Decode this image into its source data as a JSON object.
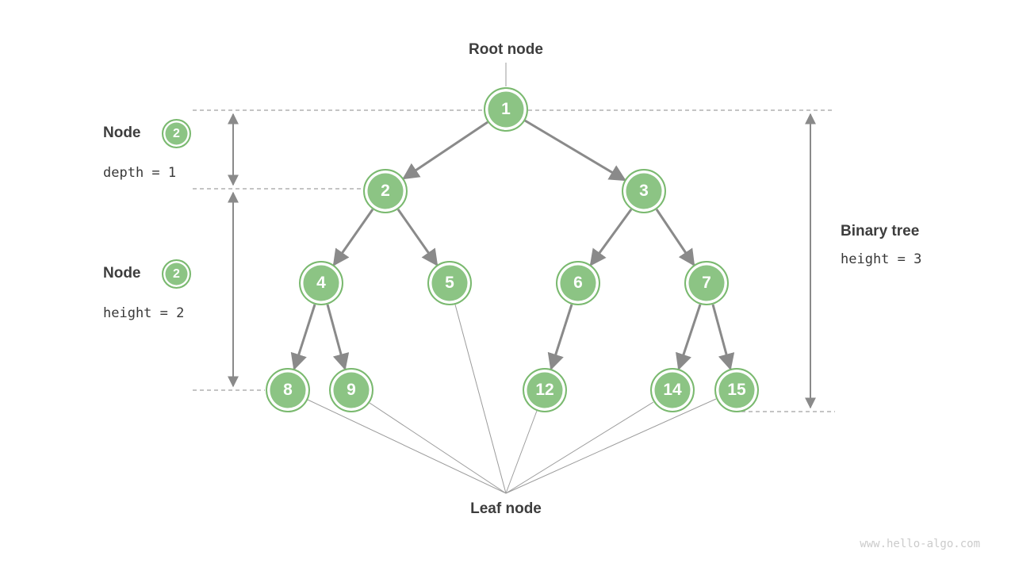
{
  "diagram": {
    "root_label": "Root node",
    "leaf_label": "Leaf node",
    "annotations": {
      "depth": {
        "title": "Node",
        "badge": "2",
        "value": "depth = 1"
      },
      "node_height": {
        "title": "Node",
        "badge": "2",
        "value": "height = 2"
      },
      "tree_height": {
        "title": "Binary tree",
        "value": "height = 3"
      }
    },
    "nodes": {
      "n1": "1",
      "n2": "2",
      "n3": "3",
      "n4": "4",
      "n5": "5",
      "n6": "6",
      "n7": "7",
      "n8": "8",
      "n9": "9",
      "n12": "12",
      "n14": "14",
      "n15": "15"
    },
    "edges": [
      [
        "1",
        "2"
      ],
      [
        "1",
        "3"
      ],
      [
        "2",
        "4"
      ],
      [
        "2",
        "5"
      ],
      [
        "3",
        "6"
      ],
      [
        "3",
        "7"
      ],
      [
        "4",
        "8"
      ],
      [
        "4",
        "9"
      ],
      [
        "6",
        "12"
      ],
      [
        "7",
        "14"
      ],
      [
        "7",
        "15"
      ]
    ],
    "leaves": [
      "8",
      "9",
      "5",
      "12",
      "14",
      "15"
    ],
    "colors": {
      "node_fill": "#8cc484",
      "node_border": "#7ab96f",
      "edge_gray": "#8a8a8a",
      "thin_line": "#9b9b9b",
      "text_dark": "#3d3d3d",
      "watermark": "#cbcbcb"
    },
    "watermark": "www.hello-algo.com"
  }
}
